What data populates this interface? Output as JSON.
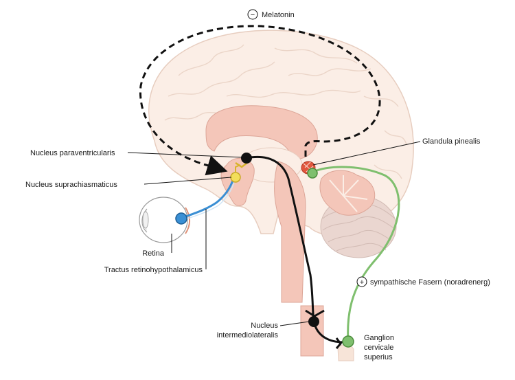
{
  "labels": {
    "melatonin": "Melatonin",
    "melatonin_sign": "−",
    "nucleus_paraventricularis": "Nucleus paraventricularis",
    "nucleus_suprachiasmaticus": "Nucleus suprachiasmaticus",
    "retina": "Retina",
    "tractus": "Tractus retinohypothalamicus",
    "glandula_pinealis": "Glandula pinealis",
    "sympathische_fasern": "sympathische Fasern (noradrenerg)",
    "plus_sign": "+",
    "nucleus_intermedio_line1": "Nucleus",
    "nucleus_intermedio_line2": "intermediolateralis",
    "ganglion_line1": "Ganglion",
    "ganglion_line2": "cervicale",
    "ganglion_line3": "superius"
  },
  "colors": {
    "brain_fill": "#fbeee6",
    "brain_stroke": "#e7cdbf",
    "structure_fill": "#f4c6b9",
    "structure_stroke": "#dca597",
    "pathway_black": "#111111",
    "pathway_green": "#7fbf6e",
    "pathway_blue": "#3a8fd4",
    "scn_yellow": "#f3de5a",
    "pineal_red": "#e0563d"
  }
}
